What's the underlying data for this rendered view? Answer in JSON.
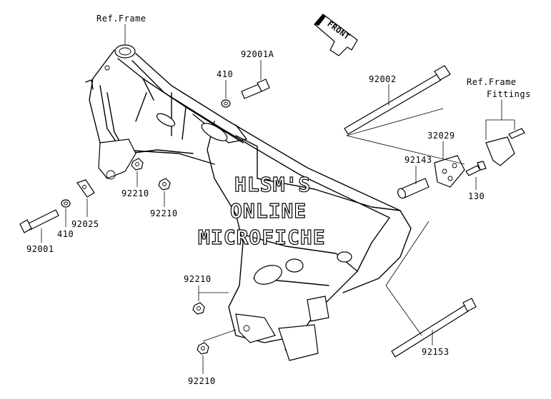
{
  "labels": {
    "ref_frame": "Ref.Frame",
    "ref_frame_fittings_line1": "Ref.Frame",
    "ref_frame_fittings_line2": "Fittings",
    "front": "FRONT",
    "p92001A": "92001A",
    "p410_top": "410",
    "p92002": "92002",
    "p32029": "32029",
    "p92143": "92143",
    "p130": "130",
    "p92210_a": "92210",
    "p92210_b": "92210",
    "p92025": "92025",
    "p410_bottom": "410",
    "p92001": "92001",
    "p92210_c": "92210",
    "p92210_d": "92210",
    "p92153": "92153"
  },
  "watermark": {
    "line1": "HLSM'S",
    "line2": "ONLINE",
    "line3": "MICROFICHE"
  }
}
